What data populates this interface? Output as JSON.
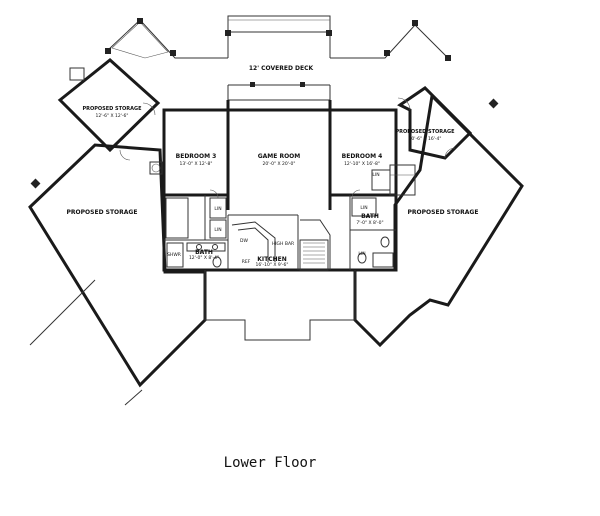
{
  "plan": {
    "covered_deck": "12' COVERED DECK",
    "game_room": {
      "name": "GAME ROOM",
      "dim": "20'-0\" X 20'-0\""
    },
    "bedroom3": {
      "name": "BEDROOM 3",
      "dim": "13'-0\" X 12'-8\""
    },
    "bedroom4": {
      "name": "BEDROOM 4",
      "dim": "12'-10\" X 16'-8\""
    },
    "storage_left_top": {
      "name": "PROPOSED STORAGE",
      "dim": "12'-6\" X 12'-6\""
    },
    "storage_right_top": {
      "name": "PROPOSED STORAGE",
      "dim": "10'-6\" X 16'-4\""
    },
    "storage_left": {
      "name": "PROPOSED STORAGE"
    },
    "storage_right": {
      "name": "PROPOSED STORAGE"
    },
    "bath_left": {
      "name": "BATH",
      "dim": "12'-0\" X 8'-4\""
    },
    "bath_right": {
      "name": "BATH",
      "dim": "7'-0\" X 8'-0\""
    },
    "kitchen": {
      "name": "KITCHEN",
      "dim": "16'-10\" X 9'-6\""
    },
    "fixtures": {
      "shwr": "SHWR",
      "lin1": "LIN",
      "lin2": "LIN",
      "lin3": "LIN",
      "lin4": "LIN",
      "ref": "REF",
      "dw": "DW",
      "lin_right": "LIN",
      "high_bar": "HIGH BAR"
    }
  },
  "caption": "Lower Floor"
}
